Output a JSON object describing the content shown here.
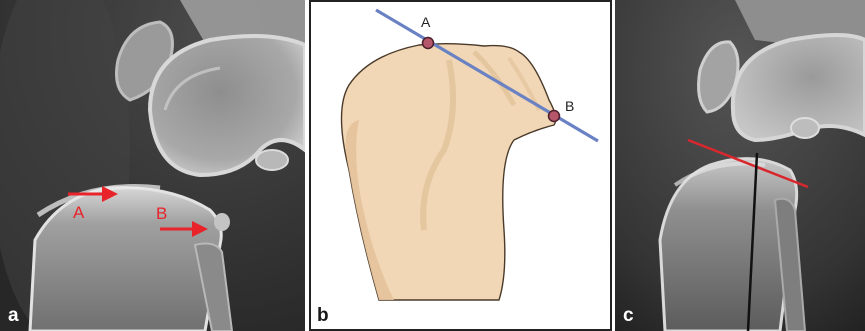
{
  "panels": [
    {
      "label": "a",
      "type": "radiograph",
      "markers": [
        "A",
        "B"
      ],
      "marker_color": "#e8232a"
    },
    {
      "label": "b",
      "type": "schematic",
      "markers": [
        "A",
        "B"
      ],
      "line_color": "#6a82c4",
      "point_color": "#b5566b"
    },
    {
      "label": "c",
      "type": "radiograph",
      "lines": [
        {
          "color": "#d9272e"
        },
        {
          "color": "#111111"
        }
      ]
    }
  ]
}
